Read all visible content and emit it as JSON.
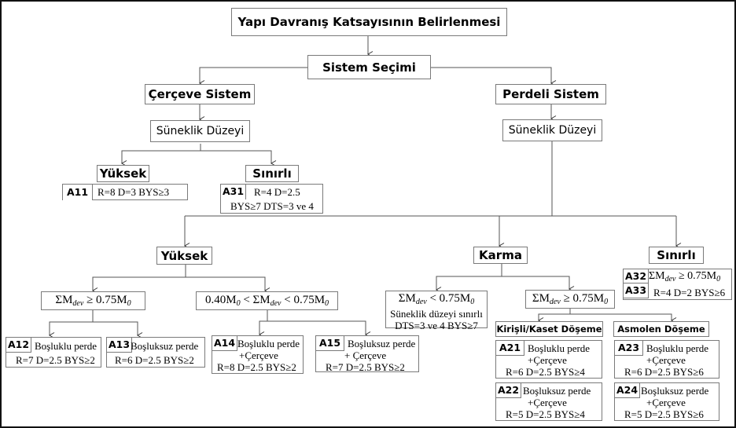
{
  "root": "Yapı Davranış Katsayısının Belirlenmesi",
  "system_selection": "Sistem Seçimi",
  "frame_system": {
    "label": "Çerçeve Sistem",
    "ductility": "Süneklik Düzeyi",
    "high": {
      "label": "Yüksek",
      "code": "A11",
      "params": "R=8  D=3  BYS≥3"
    },
    "limited": {
      "label": "Sınırlı",
      "code": "A31",
      "line1": "R=4  D=2.5",
      "line2": "BYS≥7 DTS=3 ve 4"
    }
  },
  "wall_system": {
    "label": "Perdeli Sistem",
    "ductility": "Süneklik Düzeyi",
    "high": {
      "label": "Yüksek",
      "cond_a": "ΣM_dev ≥ 0.75M_0",
      "cond_b": "0.40M_0 < ΣM_dev < 0.75M_0",
      "A12": {
        "code": "A12",
        "line1": "Boşluklu perde",
        "line2": "R=7 D=2.5 BYS≥2"
      },
      "A13": {
        "code": "A13",
        "line1": "Boşluksuz perde",
        "line2": "R=6 D=2.5 BYS≥2"
      },
      "A14": {
        "code": "A14",
        "line1": "Boşluklu perde",
        "line2": "+Çerçeve",
        "line3": "R=8 D=2.5 BYS≥2"
      },
      "A15": {
        "code": "A15",
        "line1": "Boşluksuz perde",
        "line2": "+ Çerçeve",
        "line3": "R=7 D=2.5 BYS≥2"
      }
    },
    "mixed": {
      "label": "Karma",
      "cond_lt": {
        "cond": "ΣM_dev < 0.75M_0",
        "line2": "Süneklik düzeyi sınırlı",
        "line3": "DTS=3 ve 4 BYS≥7"
      },
      "cond_ge": "ΣM_dev ≥ 0.75M_0",
      "beam_slab": "Kirişli/Kaset Döşeme",
      "joist_slab": "Asmolen Döşeme",
      "A21": {
        "code": "A21",
        "line1": "Boşluklu perde",
        "line2": "+Çerçeve",
        "line3": "R=6 D=2.5  BYS≥4"
      },
      "A22": {
        "code": "A22",
        "line1": "Boşluksuz perde",
        "line2": "+Çerçeve",
        "line3": "R=5 D=2.5  BYS≥4"
      },
      "A23": {
        "code": "A23",
        "line1": "Boşluklu perde",
        "line2": "+Çerçeve",
        "line3": "R=6 D=2.5  BYS≥6"
      },
      "A24": {
        "code": "A24",
        "line1": "Boşluksuz perde",
        "line2": "+Çerçeve",
        "line3": "R=5 D=2.5  BYS≥6"
      }
    },
    "limited": {
      "label": "Sınırlı",
      "code_a": "A32",
      "code_b": "A33",
      "cond": "ΣM_dev ≥ 0.75M_0",
      "params": "R=4  D=2 BYS≥6"
    }
  }
}
